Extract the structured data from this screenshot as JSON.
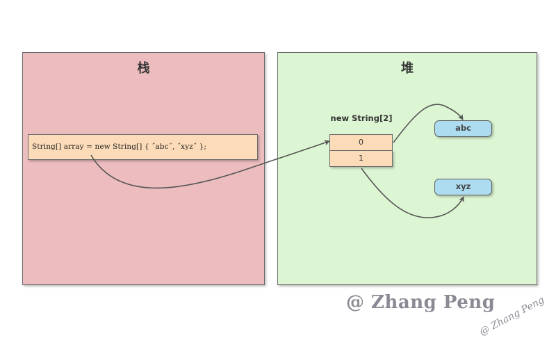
{
  "stack": {
    "title": "栈",
    "code": "String[] array = new String[] { ˝abc˝, ˝xyz˝ };"
  },
  "heap": {
    "title": "堆",
    "array_label": "new String[2]",
    "cells": [
      "0",
      "1"
    ],
    "strings": [
      "abc",
      "xyz"
    ]
  },
  "colors": {
    "stack_bg": "#ecbcbf",
    "heap_bg": "#dcf5d2",
    "box_fill": "#fcdcb8",
    "string_node_fill": "#addcf0",
    "border": "#6b6b6b"
  },
  "watermark": {
    "main": "@ Zhang Peng",
    "small": "@ Zhang Peng"
  }
}
